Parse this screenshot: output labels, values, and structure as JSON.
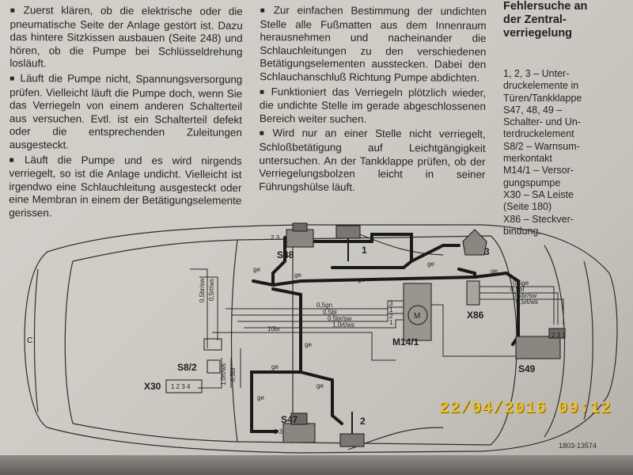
{
  "column1": [
    "Zuerst klären, ob die elektrische oder die pneumatische Seite der Anlage gestört ist. Dazu das hintere Sitzkissen ausbauen (Seite 248) und hören, ob die Pumpe bei Schlüsseldrehung losläuft.",
    "Läuft die Pumpe nicht, Spannungsversorgung prüfen. Vielleicht läuft die Pumpe doch, wenn Sie das Verriegeln von einem anderen Schalterteil aus versuchen. Evtl. ist ein Schalterteil defekt oder die entsprechenden Zuleitungen ausgesteckt.",
    "Läuft die Pumpe und es wird nirgends verriegelt, so ist die Anlage undicht. Vielleicht ist irgendwo eine Schlauchleitung ausgesteckt oder eine Membran in einem der Betätigungselemente gerissen."
  ],
  "column2": [
    "Zur einfachen Bestimmung der undichten Stelle alle Fußmatten aus dem Innenraum herausnehmen und nacheinander die Schlauchleitungen zu den verschiedenen Betätigungselementen ausstecken. Dabei den Schlauchanschluß Richtung Pumpe abdichten.",
    "Funktioniert das Verriegeln plötzlich wieder, die undichte Stelle im gerade abgeschlossenen Bereich weiter suchen.",
    "Wird nur an einer Stelle nicht verriegelt, Schloßbetätigung auf Leichtgängigkeit untersuchen. An der Tankklappe prüfen, ob der Verriegelungsbolzen leicht in seiner Führungshülse läuft."
  ],
  "side_heading": [
    "Fehlersuche an",
    "der Zentral-",
    "verriegelung"
  ],
  "legend": [
    "1, 2, 3 – Unter-",
    "druckelemente in",
    "Türen/Tankklappe",
    "S47, 48, 49 –",
    "Schalter- und Un-",
    "terdruckelement",
    "S8/2 – Warnsum-",
    "merkontakt",
    "M14/1 – Versor-",
    "gungspumpe",
    "X30 – SA Leiste",
    "(Seite 180)",
    "X86 – Steckver-",
    "bindung."
  ],
  "diagram": {
    "components": {
      "s48": "S48",
      "s47": "S47",
      "s49": "S49",
      "s8_2": "S8/2",
      "x30": "X30",
      "x86": "X86",
      "m14_1": "M14/1",
      "elem1": "1",
      "elem2": "2",
      "elem3": "3"
    },
    "hose_label": "ge",
    "wires": {
      "w_05brsw_a": "0,5br/sw",
      "w_05rtws_a": "0,5rt/ws",
      "w_05gn": "0,5gn",
      "w_05bl": "0,5bl",
      "w_05brsw_b": "0,5br/sw",
      "w_10rtws_a": "1,0rt/ws",
      "w_10br": "10br",
      "w_10rtws_b": "1,0rt/ws",
      "w_05bl_b": "0,5bl",
      "w_05ge": "0,5ge",
      "w_05bl_c": "0,5bl",
      "w_05brsw_c": "0,5br/sw",
      "w_05rtws_c": "0,5rt/ws"
    },
    "pins": {
      "m14_pins": [
        "3",
        "1",
        "2",
        "1"
      ],
      "s49_pins": "2 3 1",
      "s48_pins": "2 3",
      "s47_pins": "2 3",
      "x30_pins": "1 2 3 4"
    }
  },
  "figure_number": "1803-13574",
  "timestamp": "22/04/2016  09:12"
}
